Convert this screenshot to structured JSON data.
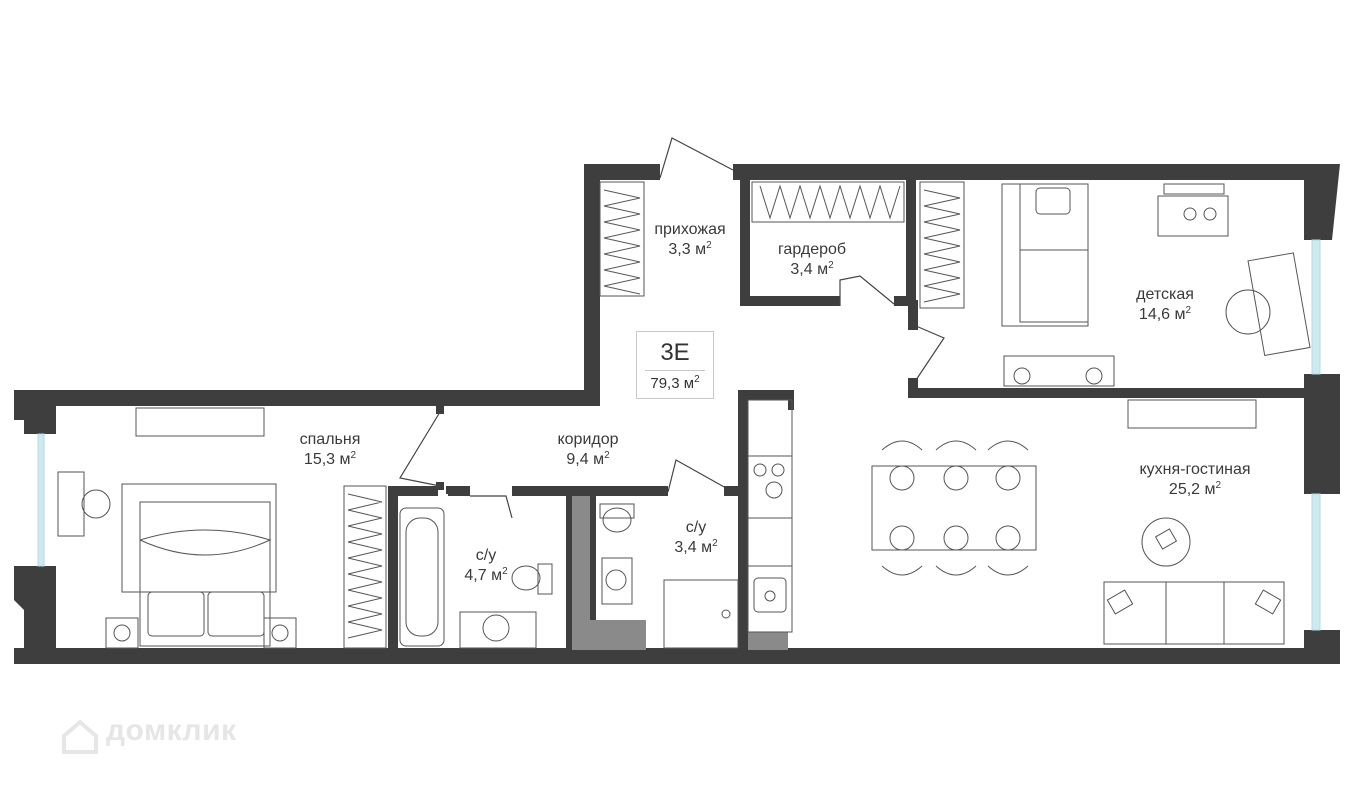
{
  "plan_code": "3E",
  "total_area": "79,3 м",
  "area_unit_power": "2",
  "rooms": {
    "hallway": {
      "name": "прихожая",
      "area": "3,3 м"
    },
    "wardrobe": {
      "name": "гардероб",
      "area": "3,4 м"
    },
    "kids_room": {
      "name": "детская",
      "area": "14,6 м"
    },
    "bedroom": {
      "name": "спальня",
      "area": "15,3 м"
    },
    "corridor": {
      "name": "коридор",
      "area": "9,4 м"
    },
    "bathroom_1": {
      "name": "с/у",
      "area": "4,7 м"
    },
    "bathroom_2": {
      "name": "с/у",
      "area": "3,4 м"
    },
    "kitchen_living": {
      "name": "кухня-гостиная",
      "area": "25,2 м"
    }
  },
  "watermark": "домклик",
  "colors": {
    "wall": "#3e3e3e",
    "window": "#cdeaf0",
    "furniture": "#555555",
    "shaft": "#8a8a8a"
  }
}
